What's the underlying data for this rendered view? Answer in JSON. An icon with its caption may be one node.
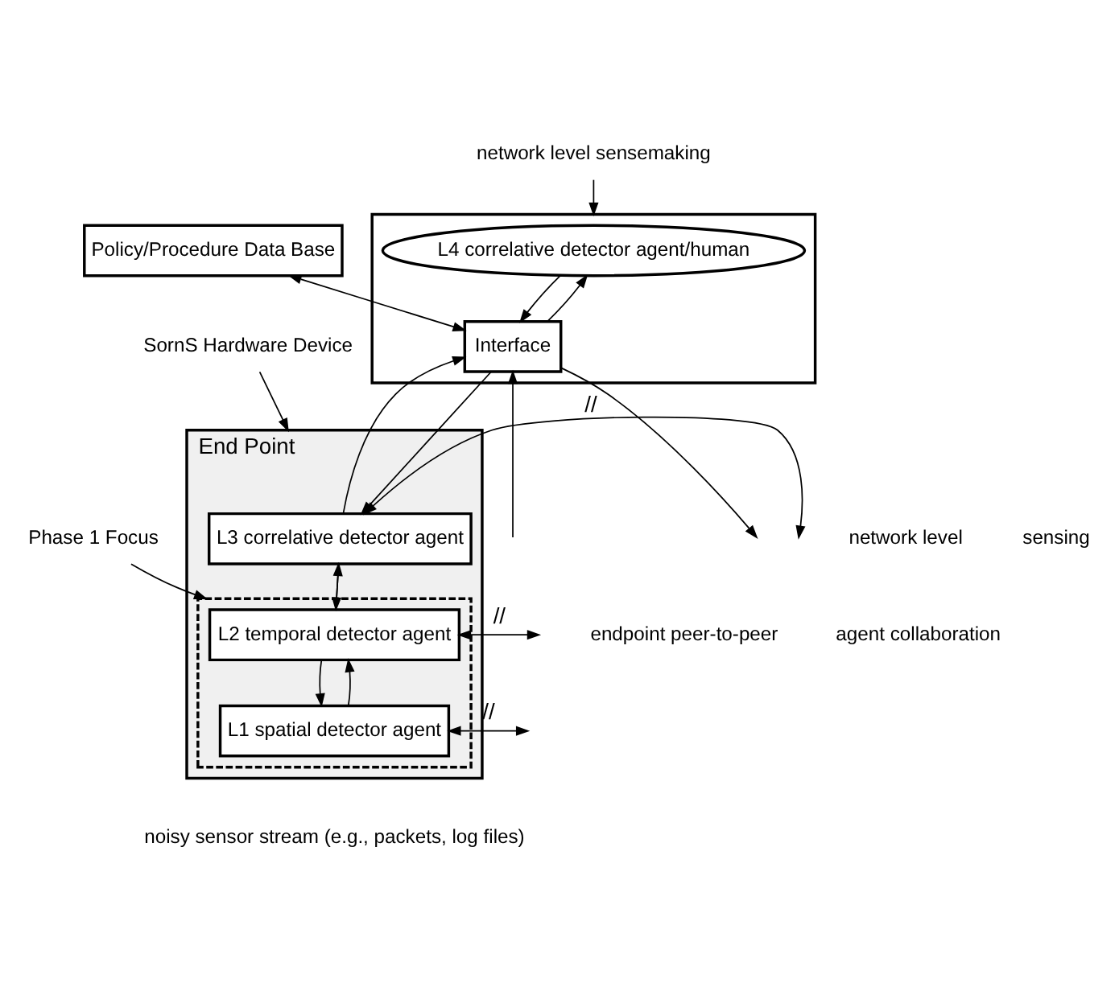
{
  "diagram": {
    "nodes": [
      {
        "text": [],
        "shape": "box"
      },
      {
        "text": [
          "L4 correlative detector agent/human"
        ],
        "in": 0
      },
      {
        "text": [
          "Interface"
        ],
        "in": 0
      },
      {
        "text": [
          "Policy/Procedure Data Base"
        ]
      },
      {
        "text": [
          "network level sensemaking"
        ]
      },
      {
        "text": [
          "End Point"
        ]
      },
      {
        "text": [
          "L3 correlative detector agent"
        ],
        "in": 5
      },
      {
        "text": [],
        "shape": "box",
        "in": 5
      },
      {
        "text": [
          "L2 temporal detector agent"
        ],
        "in": 7
      },
      {
        "text": [
          "L1 spatial detector agent"
        ],
        "in": 7
      },
      {
        "text": [
          "SornS Hardware Device"
        ]
      },
      {
        "text": [
          "Phase 1 Focus"
        ]
      }
    ],
    "edges": [
      {
        "from": 2,
        "to": 1,
        "arrow": "to"
      },
      {
        "from": 1,
        "to": 2,
        "arrow": "to"
      },
      {
        "from": 3,
        "to": 2,
        "arrow": "both"
      },
      {
        "from": 4,
        "to": 0,
        "arrow": "to"
      },
      {
        "from": 6,
        "to": 2,
        "arrow": "to"
      },
      {
        "from": 2,
        "to": 6,
        "arrow": "to"
      },
      {
        "from": 2,
        "to": null,
        "arrow": "to"
      },
      {
        "from": null,
        "to": 2,
        "arrow": "to"
      },
      {
        "from": 8,
        "to": 6,
        "arrow": "to"
      },
      {
        "from": 6,
        "to": 8,
        "arrow": "to"
      },
      {
        "from": 9,
        "to": 8,
        "arrow": "to"
      },
      {
        "from": 8,
        "to": 9,
        "arrow": "to"
      },
      {
        "from": 10,
        "to": 5,
        "arrow": "to"
      },
      {
        "from": 11,
        "to": 7,
        "arrow": "to"
      },
      {
        "from": 6,
        "to": null,
        "arrow": "both",
        "label": "//"
      },
      {
        "from": 8,
        "to": null,
        "arrow": "both",
        "label": "//"
      },
      {
        "from": 9,
        "to": null,
        "arrow": "both",
        "label": "//"
      }
    ],
    "labels": [
      "network level",
      "sensing",
      "endpoint peer-to-peer",
      "agent collaboration",
      "noisy sensor stream (e.g., packets, log files)"
    ]
  }
}
